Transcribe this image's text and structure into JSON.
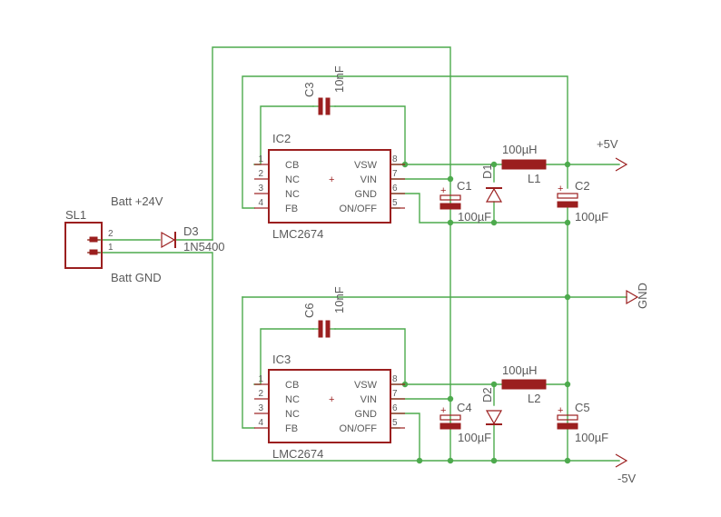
{
  "connector": {
    "ref": "SL1",
    "pin2": "2",
    "pin1": "1",
    "net_pos": "Batt +24V",
    "net_gnd": "Batt GND"
  },
  "diode_d3": {
    "ref": "D3",
    "value": "1N5400"
  },
  "ic2": {
    "ref": "IC2",
    "value": "LMC2674",
    "left_pins": [
      {
        "num": "1",
        "name": "CB"
      },
      {
        "num": "2",
        "name": "NC"
      },
      {
        "num": "3",
        "name": "NC"
      },
      {
        "num": "4",
        "name": "FB"
      }
    ],
    "right_pins": [
      {
        "num": "8",
        "name": "VSW"
      },
      {
        "num": "7",
        "name": "VIN"
      },
      {
        "num": "6",
        "name": "GND"
      },
      {
        "num": "5",
        "name": "ON/OFF"
      }
    ]
  },
  "ic3": {
    "ref": "IC3",
    "value": "LMC2674",
    "left_pins": [
      {
        "num": "1",
        "name": "CB"
      },
      {
        "num": "2",
        "name": "NC"
      },
      {
        "num": "3",
        "name": "NC"
      },
      {
        "num": "4",
        "name": "FB"
      }
    ],
    "right_pins": [
      {
        "num": "8",
        "name": "VSW"
      },
      {
        "num": "7",
        "name": "VIN"
      },
      {
        "num": "6",
        "name": "GND"
      },
      {
        "num": "5",
        "name": "ON/OFF"
      }
    ]
  },
  "c3": {
    "ref": "C3",
    "value": "10nF"
  },
  "c6": {
    "ref": "C6",
    "value": "10nF"
  },
  "c1": {
    "ref": "C1",
    "value": "100µF"
  },
  "c2": {
    "ref": "C2",
    "value": "100µF"
  },
  "c4": {
    "ref": "C4",
    "value": "100µF"
  },
  "c5": {
    "ref": "C5",
    "value": "100µF"
  },
  "l1": {
    "ref": "L1",
    "value": "100µH"
  },
  "l2": {
    "ref": "L2",
    "value": "100µH"
  },
  "d1": {
    "ref": "D1"
  },
  "d2": {
    "ref": "D2"
  },
  "nets": {
    "plus5": "+5V",
    "gnd": "GND",
    "minus5": "-5V"
  },
  "symbols": {
    "plus": "+"
  }
}
